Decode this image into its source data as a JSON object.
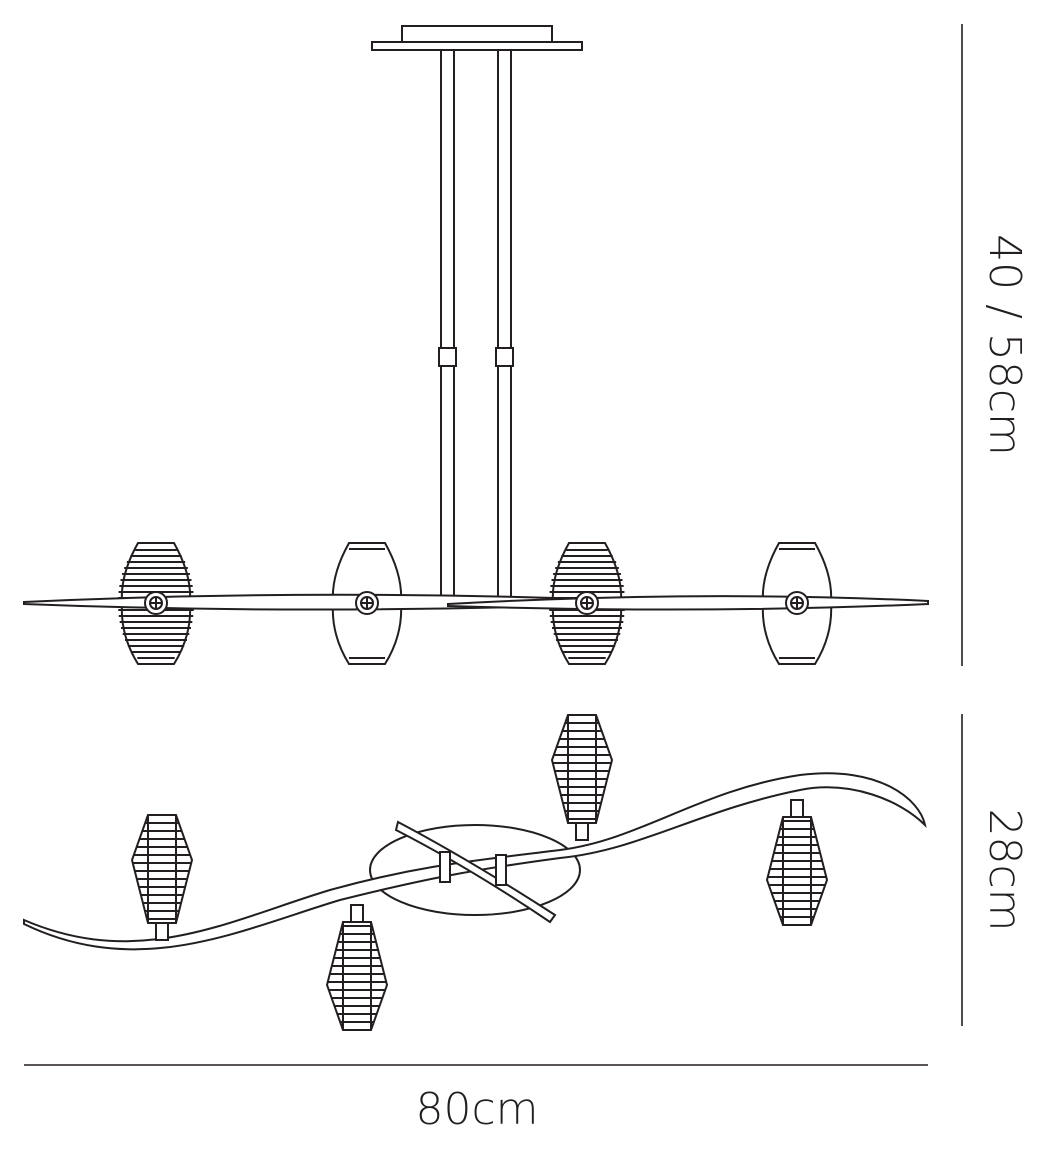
{
  "dimensions": {
    "height": "40 / 58cm",
    "depth": "28cm",
    "width": "80cm"
  },
  "views": [
    "side-view",
    "plan-view"
  ],
  "colors": {
    "line": "#231f20",
    "background": "#ffffff"
  }
}
